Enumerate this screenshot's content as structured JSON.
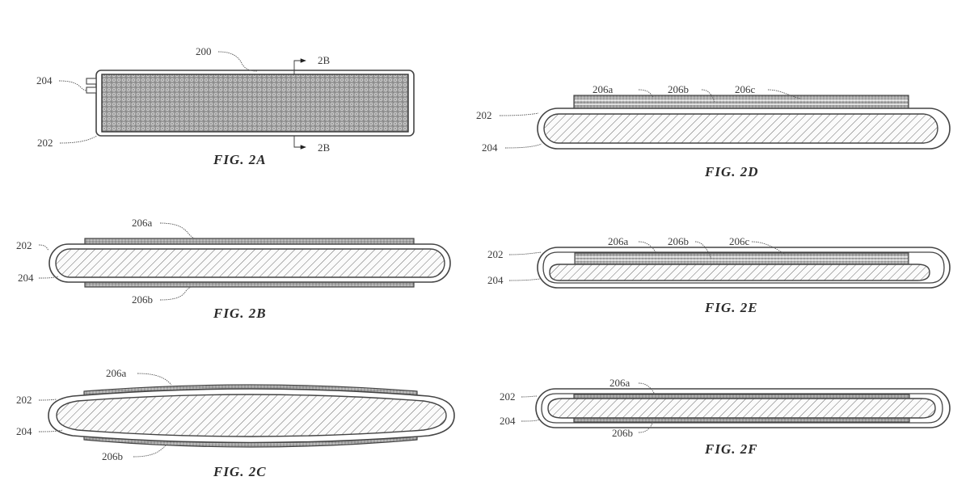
{
  "sheet": {
    "type": "patent-drawing-sheet",
    "colors": {
      "background": "#ffffff",
      "ink": "#444444",
      "fill_gray": "#9a9a9a"
    }
  },
  "figures": {
    "fig2a": {
      "caption": "FIG. 2A",
      "labels": {
        "device": "200",
        "tabs": "204",
        "casing": "202",
        "section_top": "2B",
        "section_bottom": "2B"
      }
    },
    "fig2b": {
      "caption": "FIG. 2B",
      "labels": {
        "casing": "202",
        "core": "204",
        "layer_top": "206a",
        "layer_bottom": "206b"
      }
    },
    "fig2c": {
      "caption": "FIG. 2C",
      "labels": {
        "casing": "202",
        "core": "204",
        "layer_top": "206a",
        "layer_bottom": "206b"
      }
    },
    "fig2d": {
      "caption": "FIG. 2D",
      "labels": {
        "casing": "202",
        "core": "204",
        "layer_a": "206a",
        "layer_b": "206b",
        "layer_c": "206c"
      }
    },
    "fig2e": {
      "caption": "FIG. 2E",
      "labels": {
        "casing": "202",
        "core": "204",
        "layer_a": "206a",
        "layer_b": "206b",
        "layer_c": "206c"
      }
    },
    "fig2f": {
      "caption": "FIG. 2F",
      "labels": {
        "casing": "202",
        "core": "204",
        "layer_top": "206a",
        "layer_bottom": "206b"
      }
    }
  }
}
